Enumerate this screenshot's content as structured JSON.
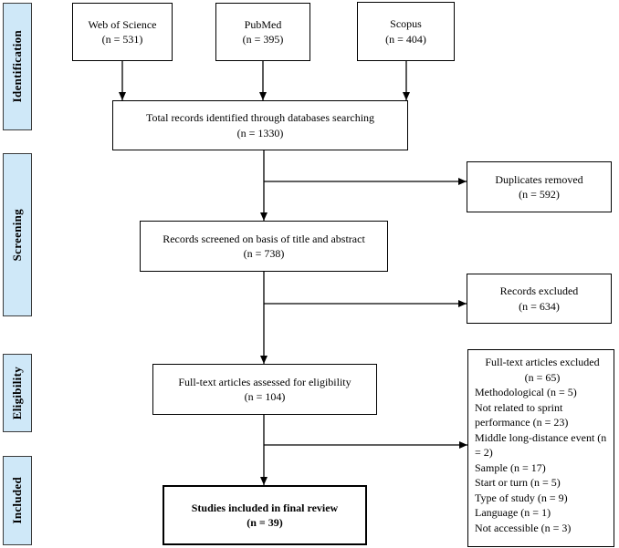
{
  "sidebar": {
    "stages": [
      {
        "label": "Identification"
      },
      {
        "label": "Screening"
      },
      {
        "label": "Eligibility"
      },
      {
        "label": "Included"
      }
    ]
  },
  "flow": {
    "web_of_science": {
      "title": "Web of Science",
      "count": "(n = 531)"
    },
    "pubmed": {
      "title": "PubMed",
      "count": "(n = 395)"
    },
    "scopus": {
      "title": "Scopus",
      "count": "(n = 404)"
    },
    "total_records": {
      "title": "Total records identified through databases searching",
      "count": "(n = 1330)"
    },
    "duplicates_removed": {
      "title": "Duplicates removed",
      "count": "(n = 592)"
    },
    "records_screened": {
      "title": "Records screened on basis of title and abstract",
      "count": "(n = 738)"
    },
    "records_excluded": {
      "title": "Records excluded",
      "count": "(n = 634)"
    },
    "fulltext_assessed": {
      "title": "Full-text articles assessed for eligibility",
      "count": "(n = 104)"
    },
    "fulltext_excluded": {
      "title": "Full-text articles excluded",
      "count": "(n = 65)",
      "reasons": [
        "Methodological (n = 5)",
        "Not related to sprint performance (n = 23)",
        "Middle long-distance event (n = 2)",
        "Sample (n = 17)",
        "Start or turn (n = 5)",
        "Type of study (n = 9)",
        "Language (n = 1)",
        "Not accessible (n = 3)"
      ]
    },
    "included_final": {
      "title": "Studies included in final review",
      "count": "(n = 39)"
    }
  },
  "colors": {
    "stage_fill": "#cfe8f8",
    "stage_border": "#3b3b3b",
    "box_border": "#000000",
    "arrow": "#000000",
    "background": "#ffffff"
  }
}
